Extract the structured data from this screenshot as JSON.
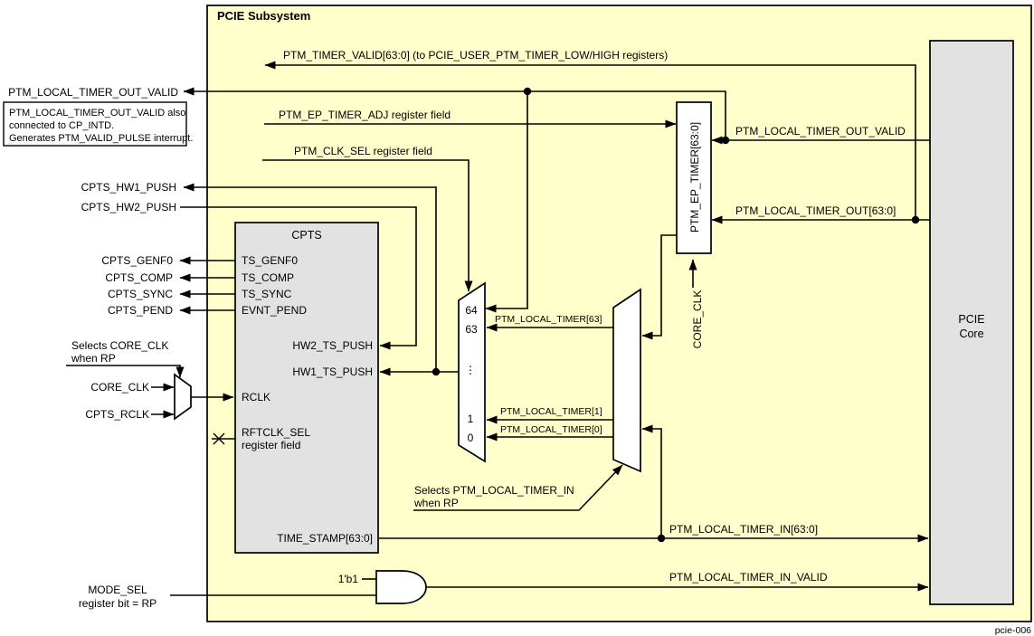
{
  "title": "PCIE Subsystem",
  "footer": "pcie-006",
  "colors": {
    "subsystem_fill": "#FFFFCC",
    "block_fill": "#E2E2E2",
    "shape_fill": "#FFFFFF",
    "line": "#000000"
  },
  "blocks": {
    "pcie_core": {
      "label_line1": "PCIE",
      "label_line2": "Core"
    },
    "cpts": {
      "title": "CPTS",
      "ports": {
        "ts_genf0": "TS_GENF0",
        "ts_comp": "TS_COMP",
        "ts_sync": "TS_SYNC",
        "evnt_pend": "EVNT_PEND",
        "hw2_ts_push": "HW2_TS_PUSH",
        "hw1_ts_push": "HW1_TS_PUSH",
        "rclk": "RCLK",
        "rftclk_sel_line1": "RFTCLK_SEL",
        "rftclk_sel_line2": "register field",
        "time_stamp": "TIME_STAMP[63:0]"
      }
    },
    "ep_timer": {
      "label": "PTM_EP_TIMER[63:0]"
    }
  },
  "external_signals": {
    "ptm_local_timer_out_valid": "PTM_LOCAL_TIMER_OUT_VALID",
    "cpts_hw1_push": "CPTS_HW1_PUSH",
    "cpts_hw2_push": "CPTS_HW2_PUSH",
    "cpts_genf0": "CPTS_GENF0",
    "cpts_comp": "CPTS_COMP",
    "cpts_sync": "CPTS_SYNC",
    "cpts_pend": "CPTS_PEND",
    "core_clk": "CORE_CLK",
    "cpts_rclk": "CPTS_RCLK",
    "mode_sel_line1": "MODE_SEL",
    "mode_sel_line2": "register bit = RP"
  },
  "internal_signals": {
    "ptm_timer_valid": "PTM_TIMER_VALID[63:0] (to PCIE_USER_PTM_TIMER_LOW/HIGH registers)",
    "ptm_ep_timer_adj": "PTM_EP_TIMER_ADJ register field",
    "ptm_clk_sel": "PTM_CLK_SEL register field",
    "ptm_local_timer_63": "PTM_LOCAL_TIMER[63]",
    "ptm_local_timer_1": "PTM_LOCAL_TIMER[1]",
    "ptm_local_timer_0": "PTM_LOCAL_TIMER[0]",
    "ptm_local_timer_out_valid": "PTM_LOCAL_TIMER_OUT_VALID",
    "ptm_local_timer_out": "PTM_LOCAL_TIMER_OUT[63:0]",
    "ptm_local_timer_in": "PTM_LOCAL_TIMER_IN[63:0]",
    "ptm_local_timer_in_valid": "PTM_LOCAL_TIMER_IN_VALID",
    "core_clk": "CORE_CLK",
    "const_one": "1'b1"
  },
  "bit_mux": {
    "in_64": "64",
    "in_63": "63",
    "ellipsis": "⋮",
    "in_1": "1",
    "in_0": "0"
  },
  "annotations": {
    "note_line1": "PTM_LOCAL_TIMER_OUT_VALID also",
    "note_line2": "connected to CP_INTD.",
    "note_line3": "Generates PTM_VALID_PULSE interrupt.",
    "selects_core_clk_line1": "Selects CORE_CLK",
    "selects_core_clk_line2": "when RP",
    "selects_ptm_line1": "Selects PTM_LOCAL_TIMER_IN",
    "selects_ptm_line2": "when RP"
  }
}
